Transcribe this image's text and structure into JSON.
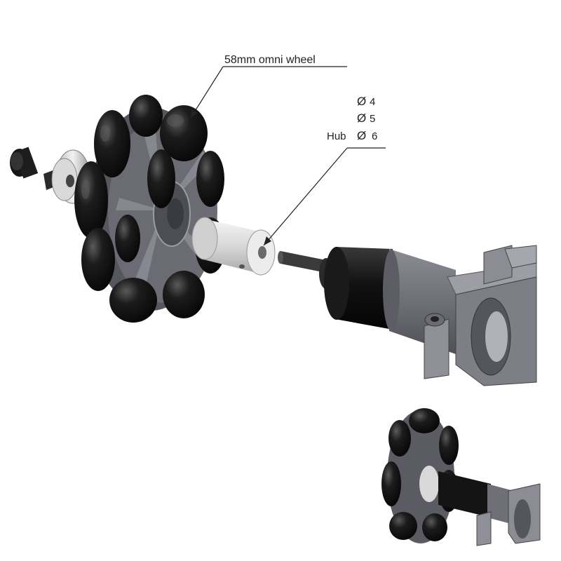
{
  "labels": {
    "wheel": "58mm omni wheel",
    "bore_4": "4",
    "bore_5": "5",
    "hub_prefix": "Hub",
    "bore_6": "6",
    "diameter_symbol": "Ø"
  },
  "colors": {
    "roller": "#141414",
    "roller_highlight": "#4a4a4a",
    "hub_plate": "#5f6068",
    "hub_light": "#8a8b93",
    "coupler": "#e4e4e4",
    "motor_body": "#6e6f77",
    "gearbox": "#111111",
    "shaft": "#3b3b3b",
    "bracket": "#9c9da5",
    "line": "#222222"
  }
}
